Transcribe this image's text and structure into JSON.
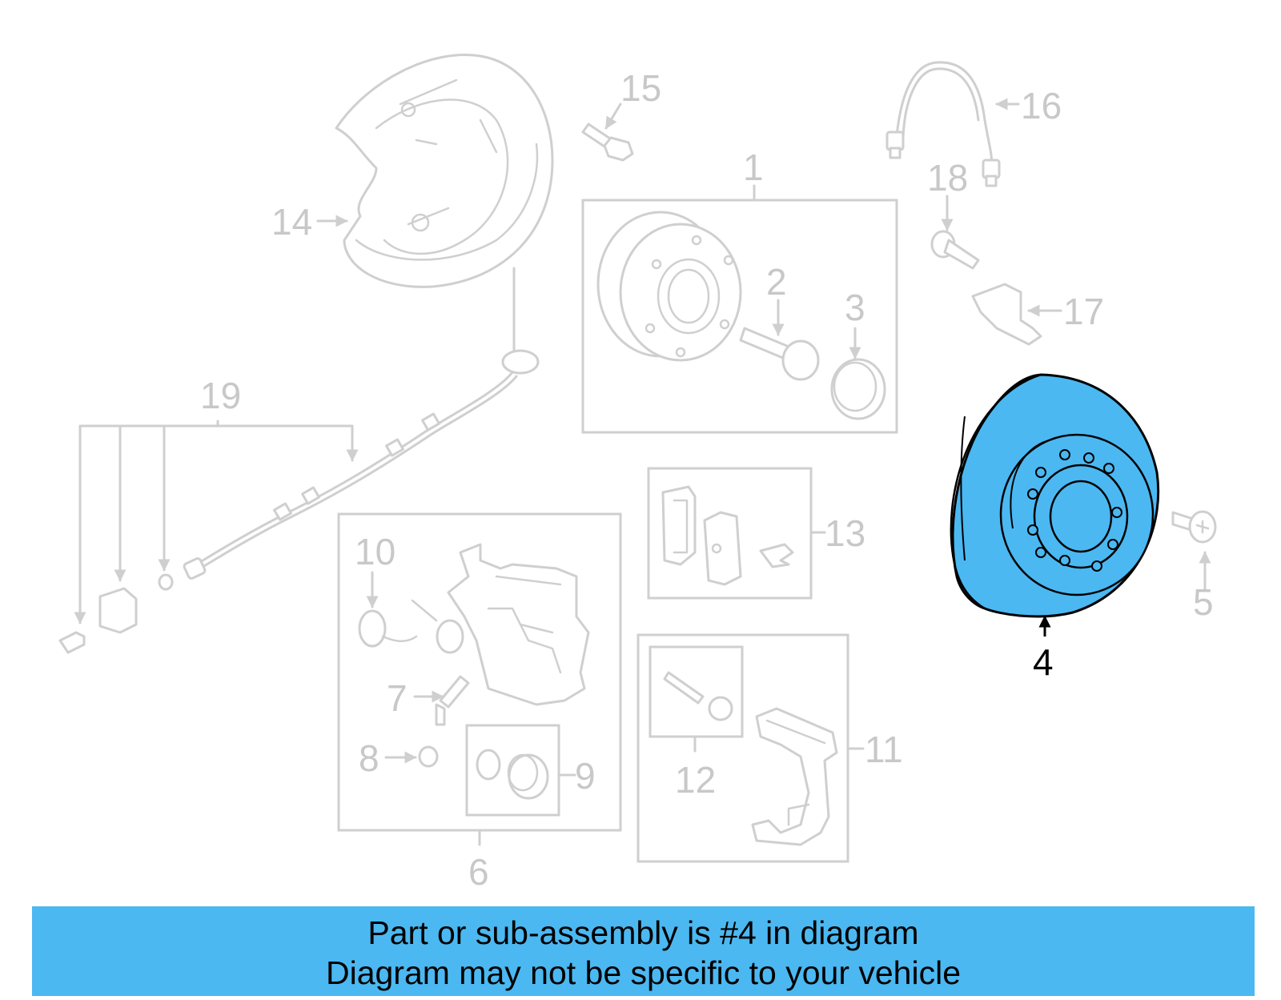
{
  "diagram": {
    "callouts": {
      "c1": "1",
      "c2": "2",
      "c3": "3",
      "c4": "4",
      "c5": "5",
      "c6": "6",
      "c7": "7",
      "c8": "8",
      "c9": "9",
      "c10": "10",
      "c11": "11",
      "c12": "12",
      "c13": "13",
      "c14": "14",
      "c15": "15",
      "c16": "16",
      "c17": "17",
      "c18": "18",
      "c19": "19"
    },
    "highlighted_part": "4",
    "colors": {
      "highlight_fill": "#4bb8f1",
      "line_gray": "#cfcfcf",
      "banner": "#4bb8f1"
    }
  },
  "caption": {
    "line1": "Part or sub-assembly is #4 in diagram",
    "line2": "Diagram may not be specific to your vehicle"
  }
}
